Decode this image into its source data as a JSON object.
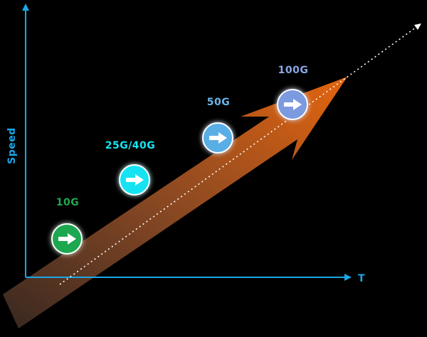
{
  "axes": {
    "y_label": "Speed",
    "x_label": "T",
    "color": "#1aa7e8"
  },
  "trend_arrow": {
    "gradient_start": "#3b2a22",
    "gradient_end": "#f06a10"
  },
  "stages": [
    {
      "label": "10G",
      "color": "#1fa84f",
      "label_color": "#1fa84f"
    },
    {
      "label": "25G/40G",
      "color": "#19e3f2",
      "label_color": "#19e3f2"
    },
    {
      "label": "50G",
      "color": "#5aaee6",
      "label_color": "#6cb6ea"
    },
    {
      "label": "100G",
      "color": "#7c9ae0",
      "label_color": "#8aa6e6"
    }
  ]
}
